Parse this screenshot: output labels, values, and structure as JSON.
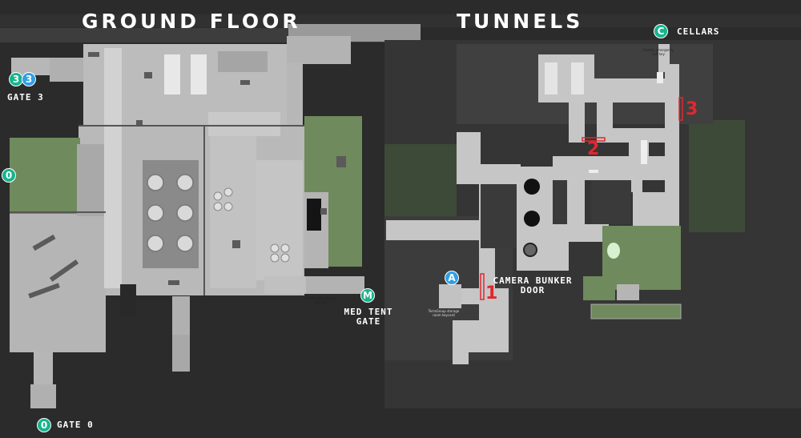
{
  "sections": {
    "ground_floor": "GROUND FLOOR",
    "tunnels": "TUNNELS"
  },
  "colors": {
    "background": "#2b2b2b",
    "floor": "#bdbdbd",
    "tunnel_floor": "#c8c8c8",
    "grass": "#6f8a5c",
    "extract_marker": "#16b58c",
    "camera_marker": "#2fa0e6",
    "door_marker": "#e0282e"
  },
  "extracts": {
    "gate3": {
      "icon": "3",
      "label": "GATE 3"
    },
    "gate0_west": {
      "icon": "0"
    },
    "gate0": {
      "icon": "0",
      "label": "GATE 0"
    },
    "med_tent": {
      "icon": "M",
      "label_line1": "MED TENT",
      "label_line2": "GATE"
    },
    "cellars": {
      "icon": "C",
      "label": "CELLARS"
    },
    "camera_bunker": {
      "icon": "A",
      "label_line1": "CAMERA BUNKER",
      "label_line2": "DOOR"
    }
  },
  "doors": [
    {
      "number": "1"
    },
    {
      "number": "2"
    },
    {
      "number": "3"
    }
  ],
  "map_notes": {
    "factory_key_1": "Factory emergency exit key",
    "factory_key_2": "Factory emergency exit key",
    "terragroup_room": "TerraGroup storage room keycard"
  }
}
